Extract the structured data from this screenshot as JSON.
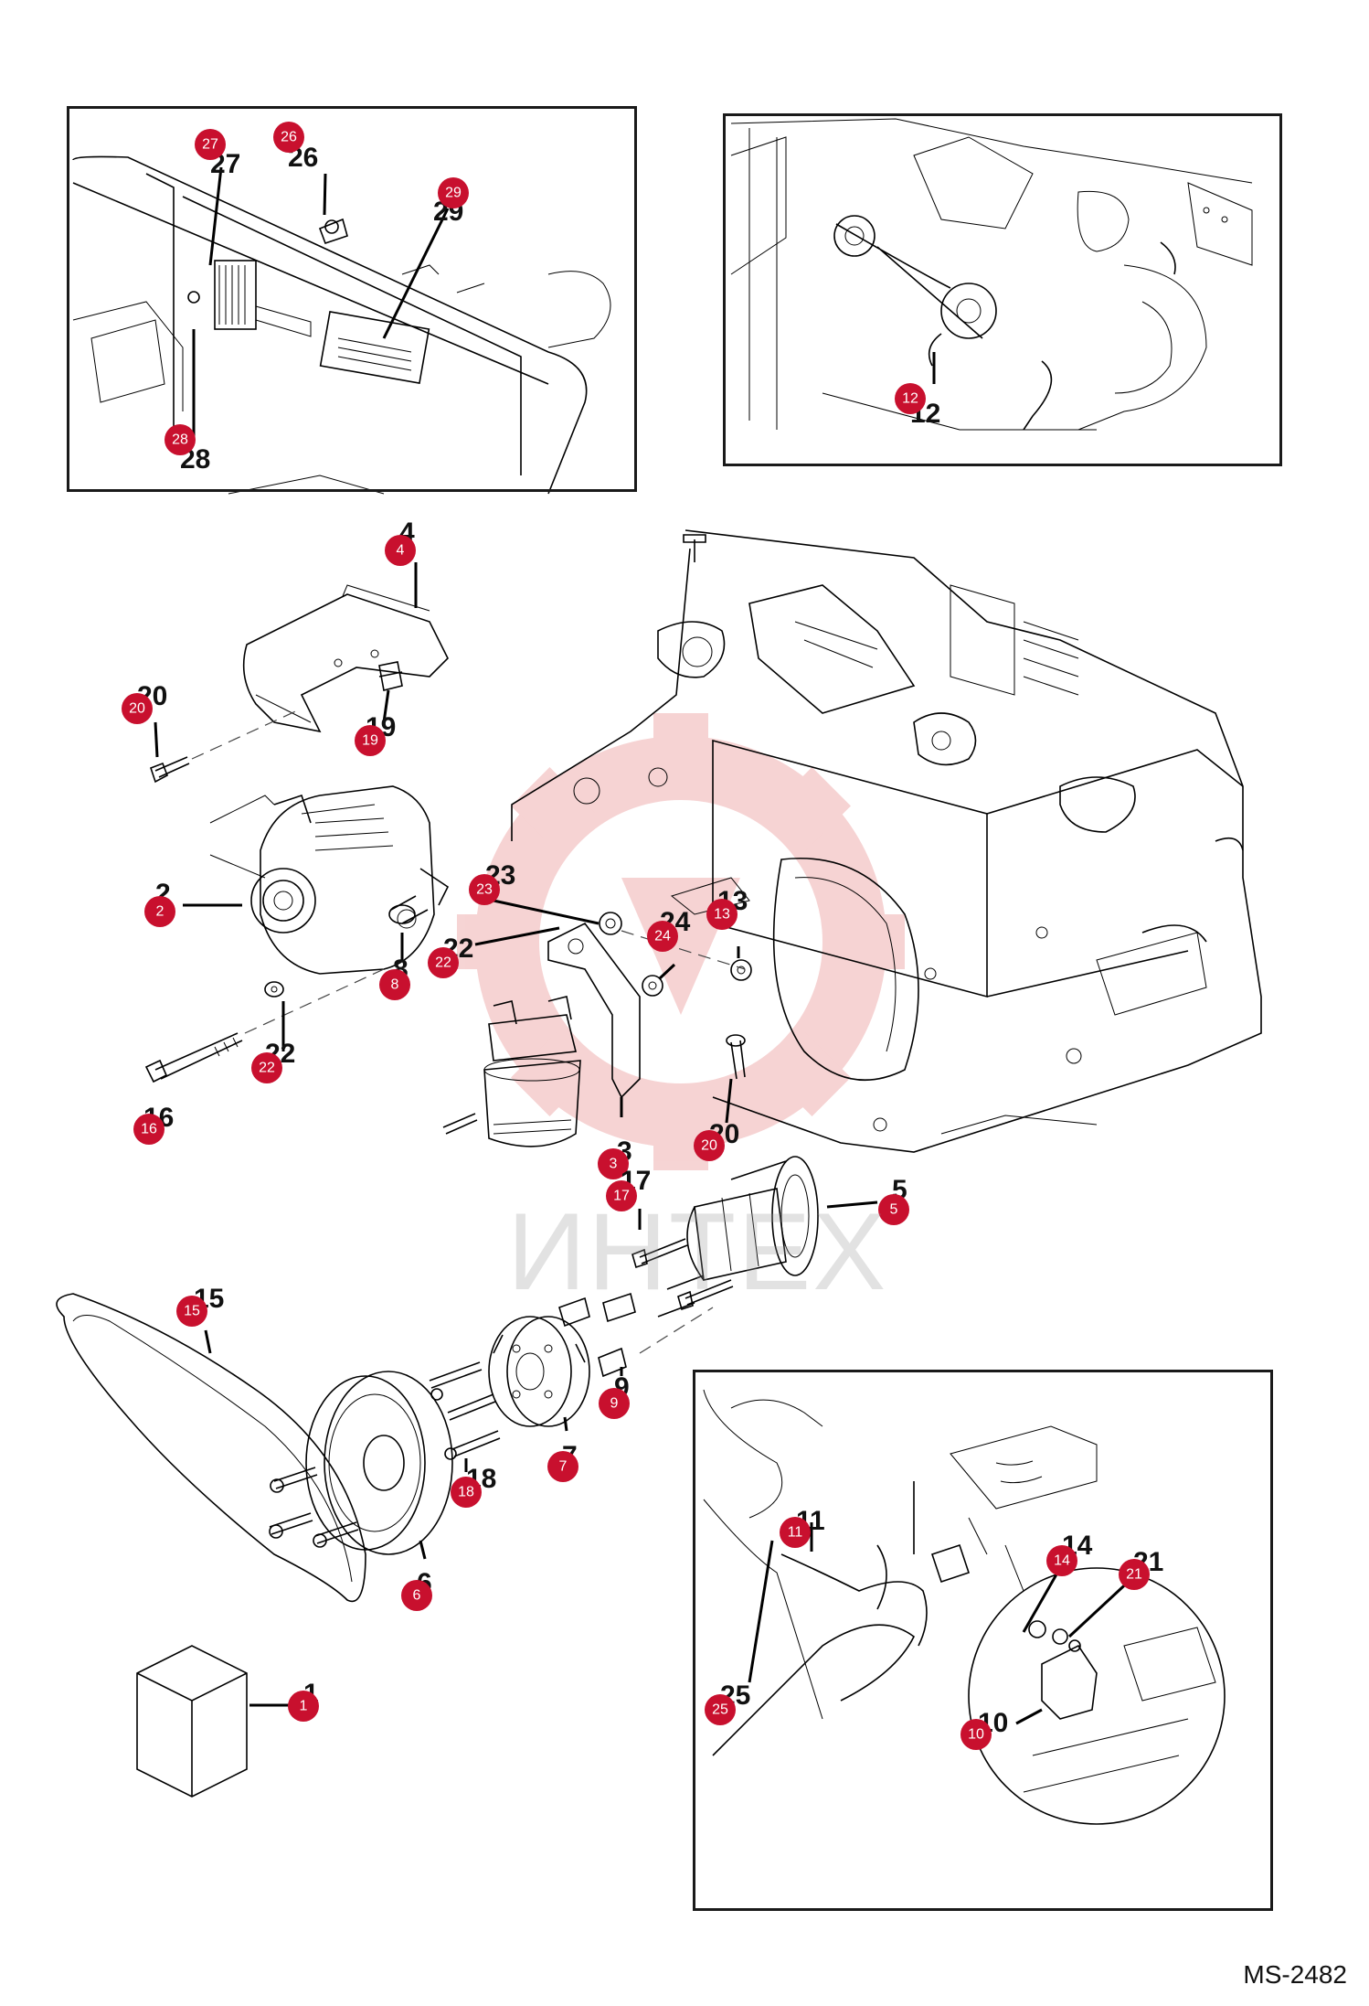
{
  "document": {
    "id": "MS-2482",
    "watermark": "ИНТЕХ"
  },
  "callouts": [
    {
      "n": "27",
      "text": "27"
    },
    {
      "n": "26",
      "text": "26"
    },
    {
      "n": "29",
      "text": "29"
    },
    {
      "n": "28",
      "text": "28"
    },
    {
      "n": "12",
      "text": "12"
    },
    {
      "n": "4",
      "text": "4"
    },
    {
      "n": "20a",
      "text": "20"
    },
    {
      "n": "19",
      "text": "19"
    },
    {
      "n": "2",
      "text": "2"
    },
    {
      "n": "23",
      "text": "23"
    },
    {
      "n": "13",
      "text": "13"
    },
    {
      "n": "24",
      "text": "24"
    },
    {
      "n": "22a",
      "text": "22"
    },
    {
      "n": "8",
      "text": "8"
    },
    {
      "n": "22b",
      "text": "22"
    },
    {
      "n": "16",
      "text": "16"
    },
    {
      "n": "3",
      "text": "3"
    },
    {
      "n": "20b",
      "text": "20"
    },
    {
      "n": "17",
      "text": "17"
    },
    {
      "n": "5",
      "text": "5"
    },
    {
      "n": "15",
      "text": "15"
    },
    {
      "n": "9",
      "text": "9"
    },
    {
      "n": "7",
      "text": "7"
    },
    {
      "n": "18",
      "text": "18"
    },
    {
      "n": "6",
      "text": "6"
    },
    {
      "n": "1",
      "text": "1"
    },
    {
      "n": "11",
      "text": "11"
    },
    {
      "n": "14",
      "text": "14"
    },
    {
      "n": "21",
      "text": "21"
    },
    {
      "n": "25",
      "text": "25"
    },
    {
      "n": "10",
      "text": "10"
    }
  ],
  "colors": {
    "badge": "#c8102e",
    "line": "#000000",
    "watermark_gear": "#e88a8a"
  }
}
